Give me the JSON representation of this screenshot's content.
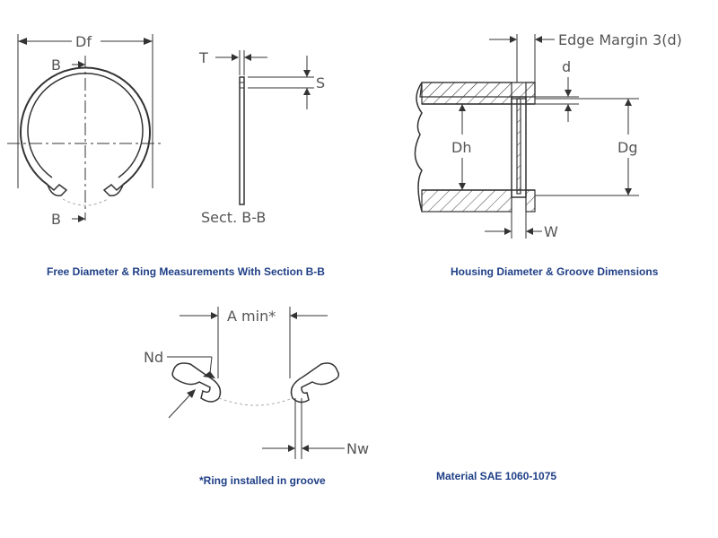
{
  "labels": {
    "df": "Df",
    "b_top": "B",
    "b_bottom": "B",
    "t": "T",
    "s": "S",
    "sect": "Sect. B-B",
    "edge_margin": "Edge Margin 3(d)",
    "d": "d",
    "dh": "Dh",
    "dg": "Dg",
    "w": "W",
    "a_min": "A min*",
    "nd": "Nd",
    "nw": "Nw"
  },
  "captions": {
    "free_diameter": "Free Diameter & Ring Measurements With Section B-B",
    "housing": "Housing Diameter & Groove Dimensions",
    "installed": "*Ring installed in groove",
    "material": "Material SAE 1060-1075"
  },
  "colors": {
    "caption": "#1f3f86",
    "line": "#333333",
    "label": "#555555"
  }
}
